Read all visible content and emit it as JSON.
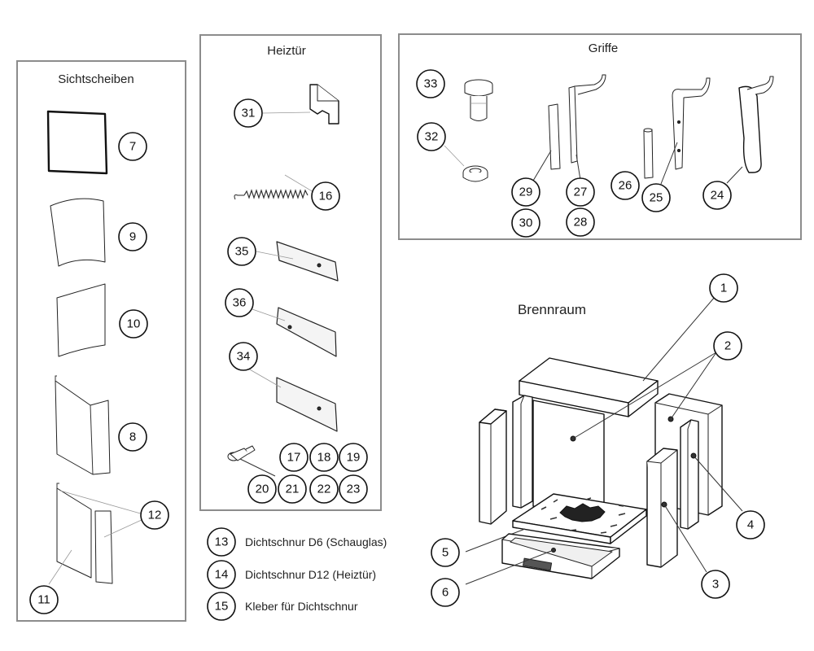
{
  "sections": {
    "sichtscheiben": "Sichtscheiben",
    "heiztuer": "Heiztür",
    "griffe": "Griffe",
    "brennraum": "Brennraum"
  },
  "numbers": {
    "n1": "1",
    "n2": "2",
    "n3": "3",
    "n4": "4",
    "n5": "5",
    "n6": "6",
    "n7": "7",
    "n8": "8",
    "n9": "9",
    "n10": "10",
    "n11": "11",
    "n12": "12",
    "n13": "13",
    "n14": "14",
    "n15": "15",
    "n16": "16",
    "n17": "17",
    "n18": "18",
    "n19": "19",
    "n20": "20",
    "n21": "21",
    "n22": "22",
    "n23": "23",
    "n24": "24",
    "n25": "25",
    "n26": "26",
    "n27": "27",
    "n28": "28",
    "n29": "29",
    "n30": "30",
    "n31": "31",
    "n32": "32",
    "n33": "33",
    "n34": "34",
    "n35": "35",
    "n36": "36"
  },
  "legend": [
    {
      "number": "13",
      "text": "Dichtschnur D6 (Schauglas)"
    },
    {
      "number": "14",
      "text": "Dichtschnur D12 (Heiztür)"
    },
    {
      "number": "15",
      "text": "Kleber für Dichtschnur"
    }
  ]
}
